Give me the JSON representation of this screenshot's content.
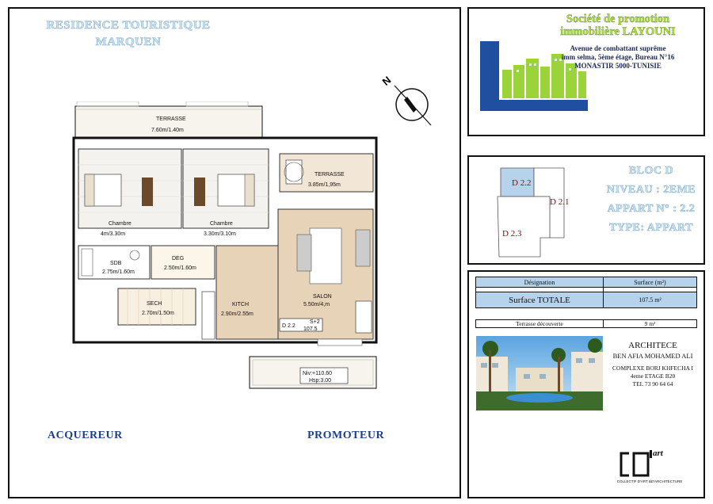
{
  "project": {
    "line1": "RESIDENCE TOURISTIQUE",
    "line2": "MARQUEN"
  },
  "plan": {
    "rooms": [
      {
        "name": "TERRASSE",
        "dim": "7.60m/1.40m"
      },
      {
        "name": "TERRASSE",
        "dim": "3.85m/1,95m"
      },
      {
        "name": "Chambre",
        "dim": "4m/3.30m"
      },
      {
        "name": "Chambre",
        "dim": "3.30m/3.10m"
      },
      {
        "name": "SDB",
        "dim": "2.75m/1.60m"
      },
      {
        "name": "DEG",
        "dim": "2.50m/1.60m"
      },
      {
        "name": "SECH",
        "dim": "2.70m/1.50m"
      },
      {
        "name": "KITCH",
        "dim": "2.90m/2.55m"
      },
      {
        "name": "SALON",
        "dim": "5.50m/4,m"
      }
    ],
    "unit_label": {
      "code": "D 2.2",
      "floor": "S+2",
      "area": "107.5"
    },
    "level_label": {
      "niv": "Niv:+110.60",
      "hsp": "Hsp:3.00"
    },
    "north": "N"
  },
  "signatures": {
    "buyer": "ACQUEREUR",
    "promoter": "PROMOTEUR"
  },
  "company": {
    "name_line1": "Société de promotion",
    "name_line2": "immobilière LAYOUNI",
    "addr_line1": "Avenue de combattant suprême",
    "addr_line2": "imm selma, 5ème étage, Bureau N°16",
    "addr_line3": "MONASTIR 5000-TUNISIE"
  },
  "bloc": {
    "line1": "BLOC D",
    "line2": "NIVEAU : 2EME",
    "line3": "APPART N° : 2.2",
    "line4": "TYPE: APPART",
    "units": [
      "D 2.2",
      "D 2.1",
      "D 2.3"
    ]
  },
  "surface_table": {
    "head_designation": "Désignation",
    "head_surface": "Surface (m²)",
    "total_label": "Surface TOTALE",
    "total_value": "107.5 m²",
    "terrace_label": "Terrasse découverte",
    "terrace_value": "9 m²"
  },
  "architect": {
    "title": "ARCHITECE",
    "name": "BEN AFIA MOHAMED ALI",
    "addr1": "COMPLEXE BORJ KHFECHA I",
    "addr2": "4eme ETAGE B20",
    "tel": "TEL 73 90 64 64",
    "logo_text": "art",
    "logo_sub": "COLLECTIF D'ART &D'ARCHITECTURE"
  },
  "colors": {
    "accent_blue": "#1f4f9e",
    "accent_green": "#9bd43a",
    "salon": "#e7d3b8",
    "table_fill": "#b7d3ec"
  }
}
